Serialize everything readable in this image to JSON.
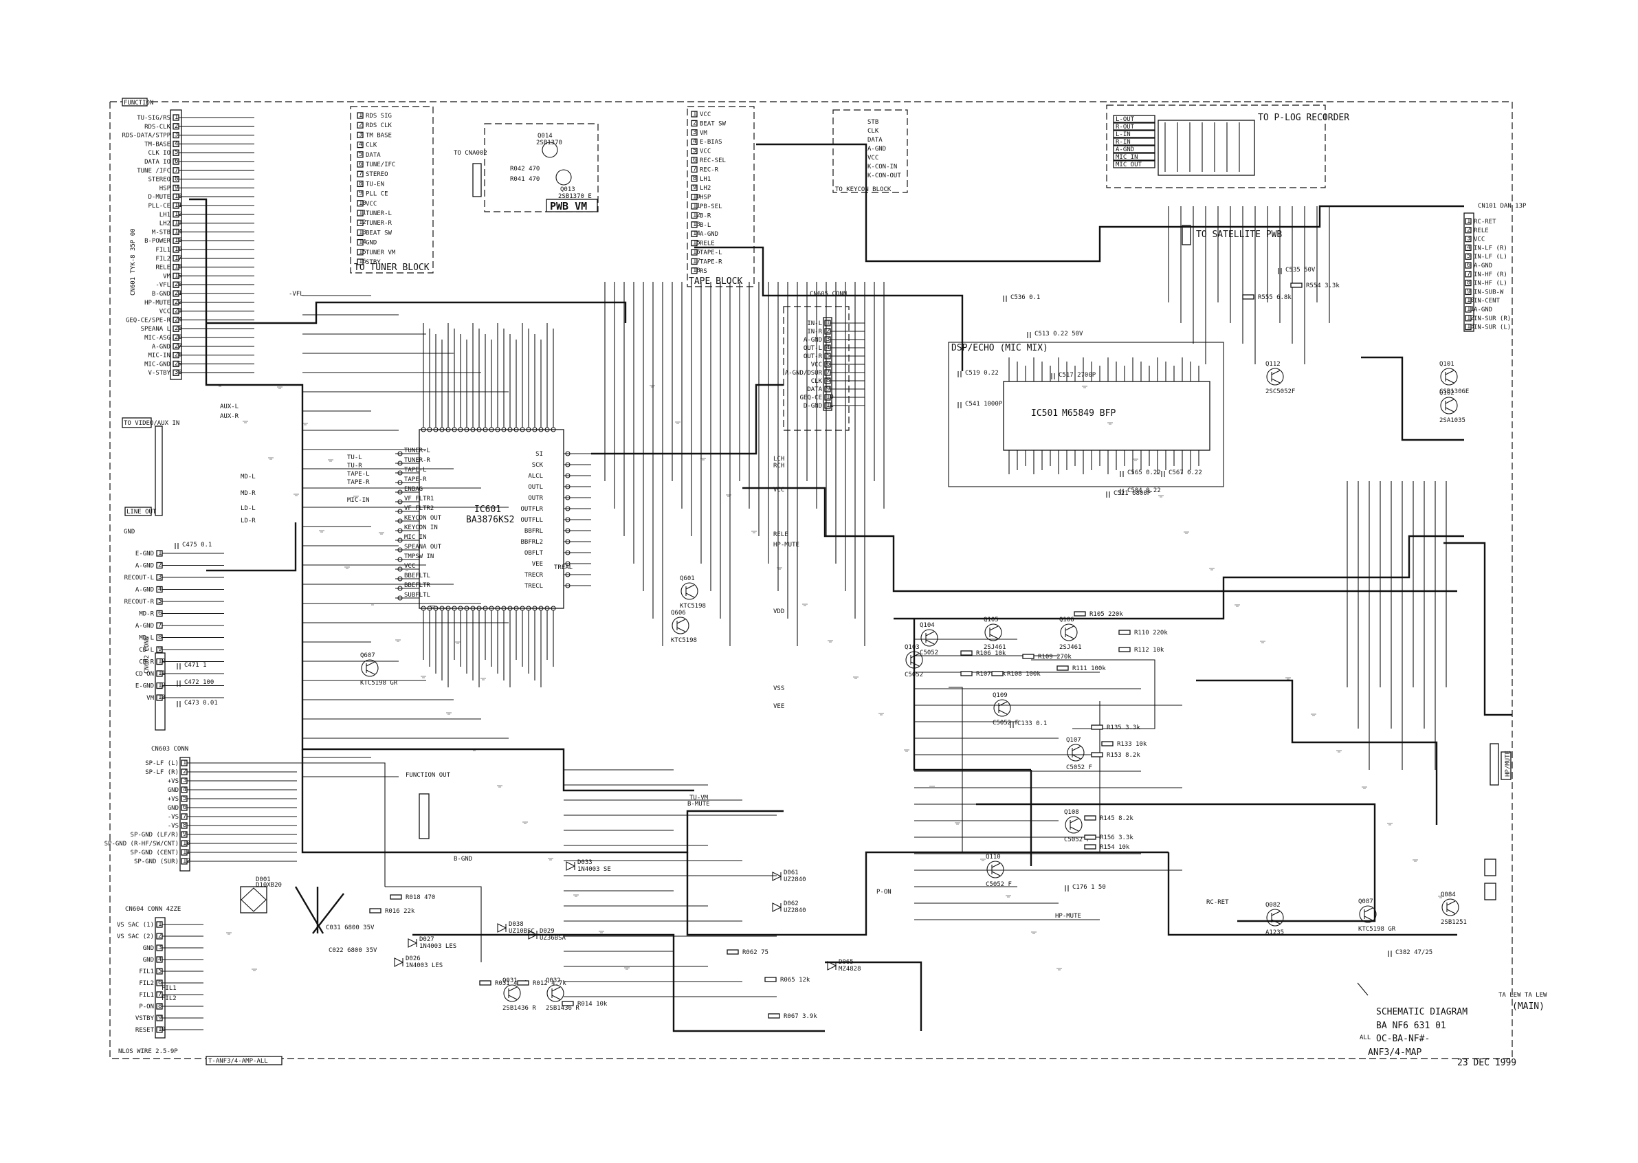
{
  "corner_label": "FUNCTION",
  "connectors": {
    "cn601": {
      "label": "CN601 TYK-8 35P 00",
      "pins": [
        "TU-SIG/RS",
        "RDS-CLK",
        "RDS-DATA/STPP",
        "TM-BASE",
        "CLK IO",
        "DATA IO",
        "TUNE /IFC",
        "STEREO",
        "HSP",
        "D-MUTE",
        "PLL-CE",
        "LH1",
        "LH2",
        "M-STB",
        "B-POWER",
        "FIL1",
        "FIL2",
        "RELE",
        "VM",
        "-VFL",
        "B-GND",
        "HP-MUTE",
        "VCC",
        "GEQ-CE/SPE-R",
        "SPEANA L",
        "MIC-ASG",
        "A-GND",
        "MIC-IN",
        "MIC-GND",
        "V-STBY"
      ]
    },
    "cn101": {
      "label": "CN101 DAN 13P",
      "pins": [
        "RC-RET",
        "RELE",
        "VCC",
        "IN-LF (R)",
        "IN-LF (L)",
        "A-GND",
        "IN-HF (R)",
        "IN-HF (L)",
        "IN-SUB-W",
        "IN-CENT",
        "A-GND",
        "IN-SUR (R)",
        "IN-SUR (L)"
      ]
    },
    "cn603": {
      "label": "CN603 CONN",
      "pins": [
        "SP-LF (L)",
        "SP-LF (R)",
        "+VS",
        "GND",
        "+VS",
        "GND",
        "-VS",
        "-VS",
        "SP-GND (LF/R)",
        "SP-GND (R-HF/SW/CNT)",
        "SP-GND (CENT)",
        "SP-GND (SUR)"
      ]
    },
    "cn604": {
      "label": "CN604 CONN 4ZZE",
      "pins": [
        "VS SAC (1)",
        "VS SAC (2)",
        "GND",
        "GND",
        "FIL1",
        "FIL2",
        "FIL1",
        "P-ON",
        "VSTBY",
        "RESET"
      ]
    },
    "cn602": {
      "label": "CN602 CONN",
      "pins": [
        "E-GND",
        "A-GND",
        "RECOUT-L",
        "A-GND",
        "RECOUT-R",
        "MD-R",
        "A-GND",
        "MD-L",
        "CD-L",
        "CD-R",
        "CD ON",
        "E-GND",
        "VM"
      ]
    },
    "cn605": {
      "label": "CN605 CONN",
      "pins": [
        "IN-L",
        "IN-R",
        "A-GND",
        "OUT-L",
        "OUT-R",
        "VCC",
        "A-GND/DSUR",
        "CLK",
        "DATA",
        "GEQ-CE",
        "D-GND"
      ]
    },
    "prolog": {
      "label": "TO P-LOG RECORDER",
      "pins": [
        "L-OUT",
        "R-OUT",
        "L-IN",
        "R-IN",
        "A-GND",
        "MIC IN",
        "MIC OUT"
      ]
    },
    "keycon": {
      "label": "TO KEYCON BLOCK",
      "pins": [
        "STB",
        "CLK",
        "DATA",
        "A-GND",
        "VCC",
        "K-CON-IN",
        "K-CON-OUT"
      ]
    }
  },
  "blocks": {
    "tuner": {
      "label": "TO TUNER BLOCK",
      "pins": [
        "RDS SIG",
        "RDS CLK",
        "TM BASE",
        "CLK",
        "DATA",
        "TUNE/IFC",
        "STEREO",
        "TU-EN",
        "PLL CE",
        "VCC",
        "TUNER-L",
        "TUNER-R",
        "BEAT SW",
        "GND",
        "TUNER VM",
        "STBY"
      ]
    },
    "tape": {
      "label": "TAPE BLOCK",
      "pins": [
        "VCC",
        "BEAT SW",
        "VM",
        "E-BIAS",
        "VCC",
        "REC-SEL",
        "REC-R",
        "LH1",
        "LH2",
        "HSP",
        "PB-SEL",
        "B-R",
        "B-L",
        "A-GND",
        "RELE",
        "TAPE-L",
        "TAPE-R",
        "RS"
      ]
    },
    "pwb_vm": {
      "label": "PWB VM",
      "to": "TO CNA002"
    },
    "satellite": {
      "label": "TO SATELLITE PWB"
    },
    "function_out": {
      "label": "FUNCTION OUT"
    },
    "echo": {
      "label": "DSP/ECHO (MIC MIX)"
    }
  },
  "ics": {
    "ic601": {
      "ref": "IC601",
      "part": "BA3876KS2",
      "left_pins": [
        "TUNER-L",
        "TUNER-R",
        "TAPE-L",
        "TAPE-R",
        "ENBAG",
        "VF FLTR1",
        "VF FLTR2",
        "KEYCON OUT",
        "KEYCON IN",
        "MIC IN",
        "SPEANA OUT",
        "TMPSW IN",
        "VCC",
        "BBEFLTL",
        "BBEFLTR",
        "SUBFLTL"
      ],
      "right_pins": [
        "SI",
        "SCK",
        "ALCL",
        "OUTL",
        "OUTR",
        "OUTFLR",
        "OUTFLL",
        "BBFRL",
        "BBFRL2",
        "OBFLT",
        "VEE",
        "TRECR",
        "TRECL"
      ]
    },
    "ic501": {
      "ref": "IC501",
      "part": "M65849 BFP"
    }
  },
  "transistors": [
    {
      "ref": "Q014",
      "part": "2SB1370"
    },
    {
      "ref": "Q013",
      "part": "2SB1370 E"
    },
    {
      "ref": "Q112",
      "part": "2SC5052F"
    },
    {
      "ref": "Q101",
      "part": "CSB1306E"
    },
    {
      "ref": "Q102",
      "part": "2SA1035"
    },
    {
      "ref": "Q105",
      "part": "2SJ461"
    },
    {
      "ref": "Q106",
      "part": "2SJ461"
    },
    {
      "ref": "Q104",
      "part": "C5052"
    },
    {
      "ref": "Q103",
      "part": "C5052"
    },
    {
      "ref": "Q109",
      "part": "C5052 F"
    },
    {
      "ref": "Q107",
      "part": "C5052 F"
    },
    {
      "ref": "Q108",
      "part": "C5052 F"
    },
    {
      "ref": "Q110",
      "part": "C5052 F"
    },
    {
      "ref": "Q601",
      "part": "KTC5198"
    },
    {
      "ref": "Q606",
      "part": "KTC5198"
    },
    {
      "ref": "Q607",
      "part": "KTC5198 GR"
    },
    {
      "ref": "Q031",
      "part": "2SB1436 R"
    },
    {
      "ref": "Q032",
      "part": "2SB1436 R"
    },
    {
      "ref": "Q082",
      "part": "A1235"
    },
    {
      "ref": "Q084",
      "part": "2SB1251"
    },
    {
      "ref": "Q087",
      "part": "KTC5198 GR"
    }
  ],
  "diodes": [
    {
      "ref": "D001",
      "part": "D10XB20"
    },
    {
      "ref": "D033",
      "part": "1N4003 SE"
    },
    {
      "ref": "D027",
      "part": "1N4003 LES"
    },
    {
      "ref": "D026",
      "part": "1N4003 LES"
    },
    {
      "ref": "D061",
      "part": "UZ2840"
    },
    {
      "ref": "D062",
      "part": "UZ2840"
    },
    {
      "ref": "D065",
      "part": "MZ4828"
    },
    {
      "ref": "D038",
      "part": "UZ10BSC"
    },
    {
      "ref": "D029",
      "part": "UZ36BSA"
    }
  ],
  "caps_labels": [
    "C536 0.1",
    "C513 0.22 50V",
    "C535 50V",
    "C517 2700P",
    "C519 0.22",
    "C541 1000P",
    "C565 0.22",
    "C504 0.22",
    "C567 0.22",
    "C521 6800P",
    "C031 6800 35V",
    "C022 6800 35V",
    "C133 0.1",
    "C176 1 50",
    "C382 47/25",
    "C475 0.1",
    "C471 1",
    "C472 100",
    "C473 0.01"
  ],
  "resistor_labels": [
    "R042 470",
    "R041 470",
    "R555 6.8k",
    "R554 3.3k",
    "R105 220k",
    "R110 220k",
    "R106 10k",
    "R107 10k",
    "R109 270k",
    "R108 100k",
    "R111 100k",
    "R112 10k",
    "R135 3.3k",
    "R133 10k",
    "R153 8.2k",
    "R145 8.2k",
    "R156 3.3k",
    "R154 10k",
    "R018 470",
    "R016 22k",
    "R062 75",
    "R065 12k",
    "R067 3.9k",
    "R031 4.7k",
    "R012 4.7k",
    "R014 10k"
  ],
  "net_labels": [
    "AUX-L",
    "AUX-R",
    "MD-L",
    "MD-R",
    "LD-L",
    "LD-R",
    "TU-L",
    "TU-R",
    "TAPE-L",
    "TAPE-R",
    "MIC-IN",
    "GND",
    "B-GND",
    "TU-VM",
    "B-MUTE",
    "VCC",
    "VDD",
    "VSS",
    "VEE",
    "RELE",
    "HP-MUTE",
    "-VFL",
    "P-ON",
    "RC-RET",
    "HP-MUTE",
    "FIL1",
    "FIL2",
    "TREAL",
    "LCH",
    "RCH"
  ],
  "jacks": {
    "video_aux": "TO VIDEO/AUX IN",
    "line_out": "LINE OUT",
    "phones": "HP/MUTE"
  },
  "footer_left": {
    "cable": "NLOS WIRE 2.5-9P",
    "part_code": "T-ANF3/4-AMP-ALL"
  },
  "title_block": {
    "sheet_ref": "TA LEW  TA LEW",
    "section": "(MAIN)",
    "title": "SCHEMATIC DIAGRAM",
    "doc_no": "BA  NF6  631  01",
    "sub_no": "OC-BA-NF#-",
    "all_label": "ALL",
    "model": "ANF3/4-MAP",
    "date": "23 DEC 1999"
  }
}
